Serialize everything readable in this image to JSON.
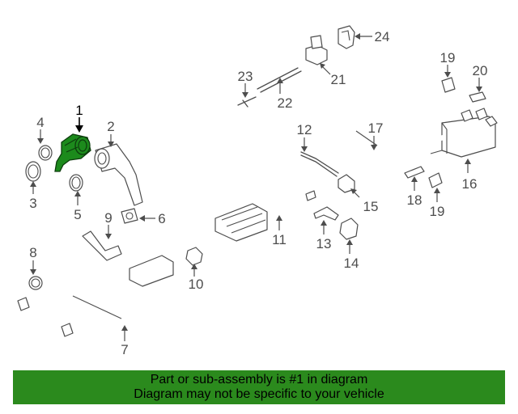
{
  "highlighted_part": "1",
  "callouts": [
    "1",
    "2",
    "3",
    "4",
    "5",
    "6",
    "7",
    "8",
    "9",
    "10",
    "11",
    "12",
    "13",
    "14",
    "15",
    "16",
    "17",
    "18",
    "19",
    "19",
    "20",
    "21",
    "22",
    "23",
    "24"
  ],
  "colors": {
    "highlight": "#1c8a1c",
    "banner": "#2b8a1d",
    "line": "#4d4d4d"
  },
  "footer": {
    "line1": "Part or sub-assembly is #1 in diagram",
    "line2": "Diagram may not be specific to your vehicle"
  }
}
